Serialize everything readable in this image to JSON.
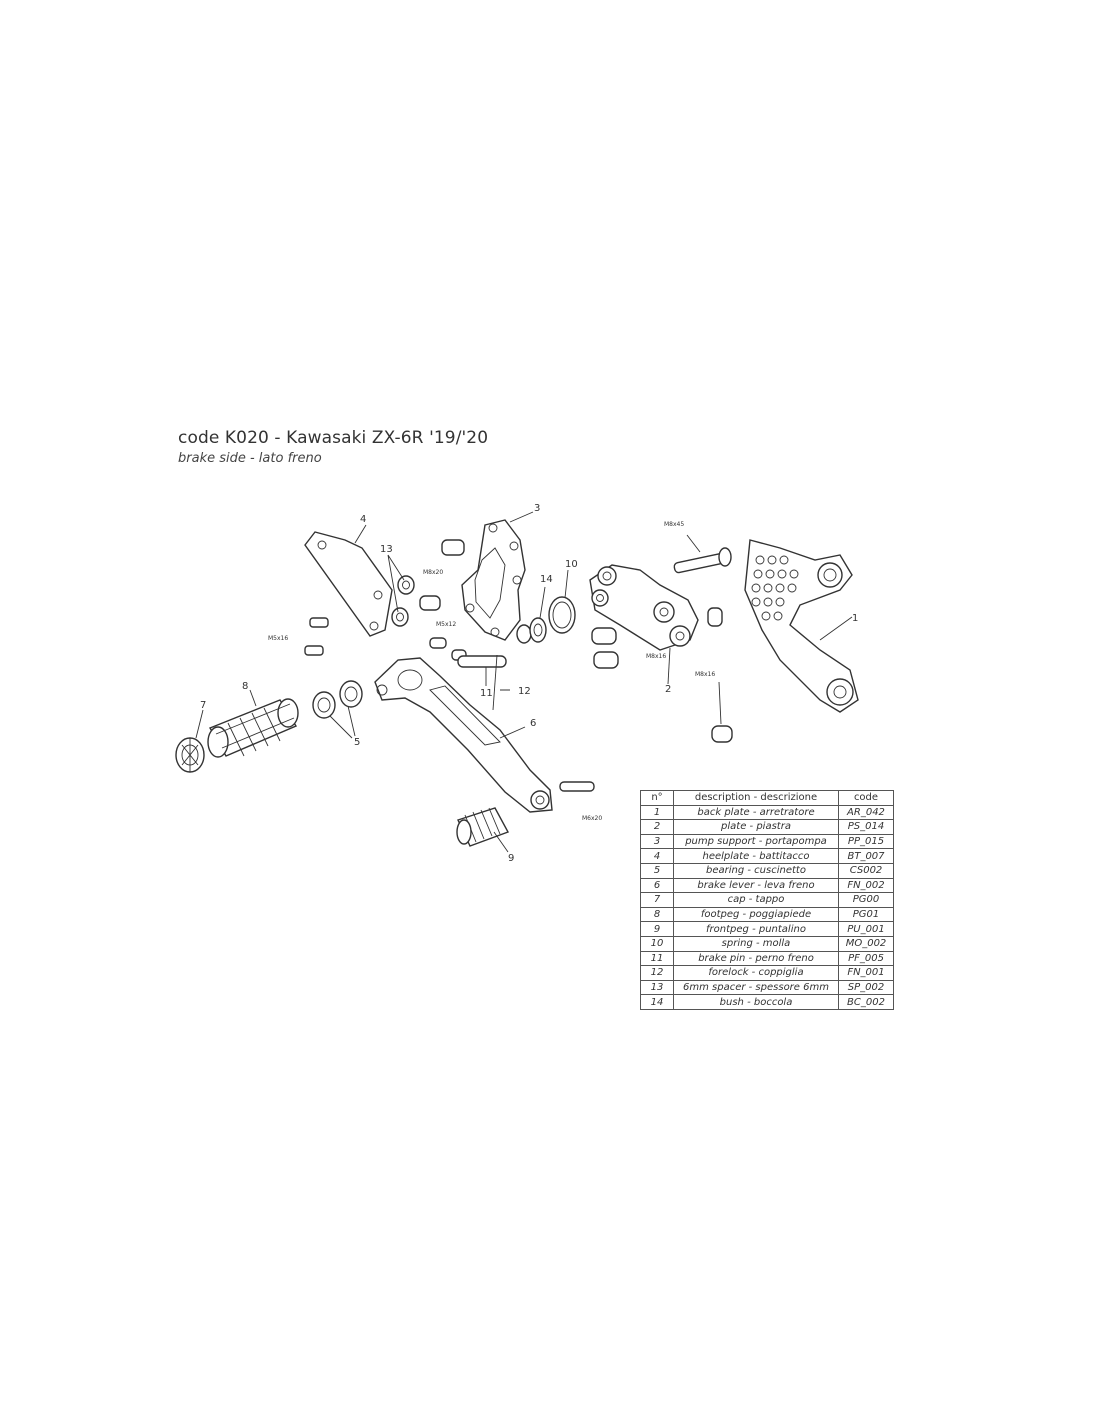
{
  "header": {
    "title": "code K020 - Kawasaki ZX-6R '19/'20",
    "subtitle": "brake side - lato freno"
  },
  "callouts": {
    "c1": "1",
    "c2": "2",
    "c3": "3",
    "c4": "4",
    "c5": "5",
    "c6": "6",
    "c7": "7",
    "c8": "8",
    "c9": "9",
    "c10": "10",
    "c11": "11",
    "c12": "12",
    "c13": "13",
    "c14": "14"
  },
  "bolts": {
    "b_m8x45": "M8x45",
    "b_m8x20": "M8x20",
    "b_m5x16_left": "M5x16",
    "b_m5x12": "M5x12",
    "b_m8x16_mid": "M8x16",
    "b_m8x16_right": "M8x16",
    "b_m6x20": "M6x20"
  },
  "table": {
    "headers": {
      "n": "n°",
      "desc": "description - descrizione",
      "code": "code"
    },
    "rows": [
      {
        "n": "1",
        "desc": "back plate - arretratore",
        "code": "AR_042"
      },
      {
        "n": "2",
        "desc": "plate - piastra",
        "code": "PS_014"
      },
      {
        "n": "3",
        "desc": "pump support - portapompa",
        "code": "PP_015"
      },
      {
        "n": "4",
        "desc": "heelplate - battitacco",
        "code": "BT_007"
      },
      {
        "n": "5",
        "desc": "bearing - cuscinetto",
        "code": "CS002"
      },
      {
        "n": "6",
        "desc": "brake lever - leva freno",
        "code": "FN_002"
      },
      {
        "n": "7",
        "desc": "cap - tappo",
        "code": "PG00"
      },
      {
        "n": "8",
        "desc": "footpeg - poggiapiede",
        "code": "PG01"
      },
      {
        "n": "9",
        "desc": "frontpeg - puntalino",
        "code": "PU_001"
      },
      {
        "n": "10",
        "desc": "spring - molla",
        "code": "MO_002"
      },
      {
        "n": "11",
        "desc": "brake pin - perno freno",
        "code": "PF_005"
      },
      {
        "n": "12",
        "desc": "forelock - coppiglia",
        "code": "FN_001"
      },
      {
        "n": "13",
        "desc": "6mm spacer - spessore 6mm",
        "code": "SP_002"
      },
      {
        "n": "14",
        "desc": "bush - boccola",
        "code": "BC_002"
      }
    ]
  }
}
